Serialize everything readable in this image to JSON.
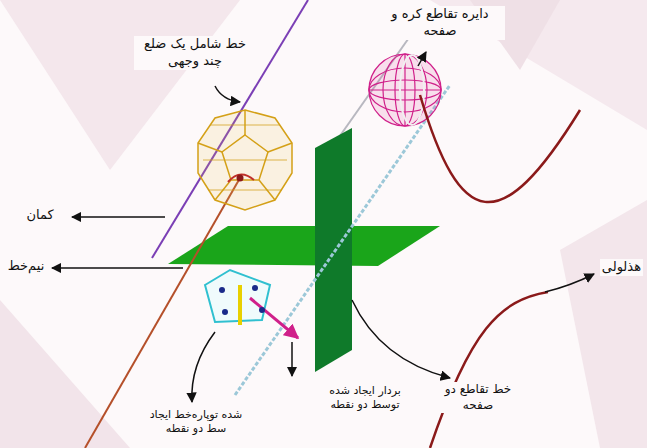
{
  "diagram": {
    "labels": [
      "خط شامل یک ضلع چند وجهی",
      "دایره تقاطع کره و صفحه",
      "کمان",
      "هذلولی",
      "نیم‌خط",
      "شده توپاره‌خط ایجاد سط دو نقطه",
      "بردار ایجاد شده توسط دو نقطه",
      "خط تقاطع دو صفحه"
    ]
  }
}
